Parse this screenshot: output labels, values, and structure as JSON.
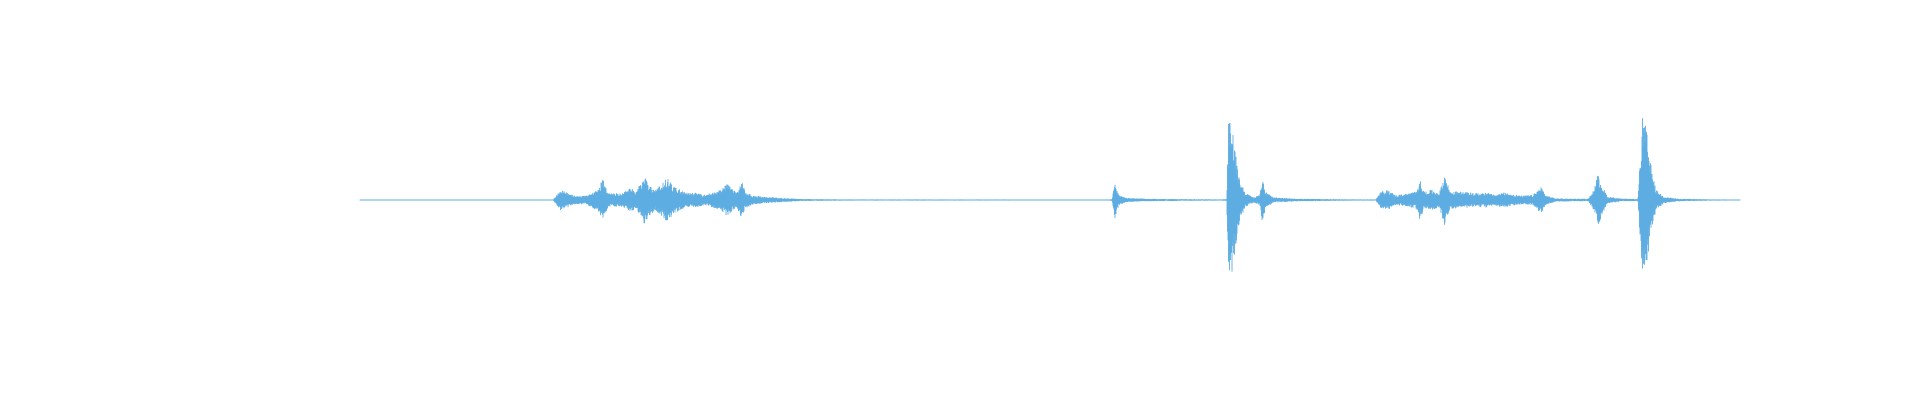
{
  "chart_data": {
    "type": "area",
    "kind": "audio-waveform",
    "title": "",
    "xlabel": "",
    "ylabel": "",
    "axes_visible": false,
    "grid": false,
    "legend": "none",
    "color": "#5dade2",
    "background": "#ffffff",
    "x_range": [
      0,
      1
    ],
    "y_range": [
      -1,
      1
    ],
    "series": [
      {
        "envelope": [
          [
            0.0,
            0.006
          ],
          [
            0.14,
            0.006
          ],
          [
            0.145,
            0.12
          ],
          [
            0.15,
            0.09
          ],
          [
            0.155,
            0.05
          ],
          [
            0.163,
            0.05
          ],
          [
            0.172,
            0.12
          ],
          [
            0.176,
            0.25
          ],
          [
            0.18,
            0.08
          ],
          [
            0.19,
            0.08
          ],
          [
            0.196,
            0.14
          ],
          [
            0.2,
            0.1
          ],
          [
            0.206,
            0.28
          ],
          [
            0.209,
            0.2
          ],
          [
            0.214,
            0.12
          ],
          [
            0.218,
            0.18
          ],
          [
            0.223,
            0.26
          ],
          [
            0.227,
            0.16
          ],
          [
            0.232,
            0.12
          ],
          [
            0.238,
            0.08
          ],
          [
            0.244,
            0.09
          ],
          [
            0.25,
            0.06
          ],
          [
            0.256,
            0.09
          ],
          [
            0.262,
            0.12
          ],
          [
            0.266,
            0.2
          ],
          [
            0.269,
            0.14
          ],
          [
            0.273,
            0.09
          ],
          [
            0.277,
            0.22
          ],
          [
            0.279,
            0.1
          ],
          [
            0.285,
            0.05
          ],
          [
            0.3,
            0.03
          ],
          [
            0.32,
            0.012
          ],
          [
            0.35,
            0.008
          ],
          [
            0.54,
            0.006
          ],
          [
            0.545,
            0.01
          ],
          [
            0.547,
            0.22
          ],
          [
            0.55,
            0.06
          ],
          [
            0.555,
            0.025
          ],
          [
            0.57,
            0.015
          ],
          [
            0.6,
            0.01
          ],
          [
            0.625,
            0.008
          ],
          [
            0.628,
            0.01
          ],
          [
            0.6295,
            1.0
          ],
          [
            0.632,
            0.85
          ],
          [
            0.635,
            0.5
          ],
          [
            0.638,
            0.22
          ],
          [
            0.642,
            0.08
          ],
          [
            0.648,
            0.03
          ],
          [
            0.652,
            0.06
          ],
          [
            0.654,
            0.3
          ],
          [
            0.656,
            0.1
          ],
          [
            0.662,
            0.03
          ],
          [
            0.68,
            0.015
          ],
          [
            0.72,
            0.008
          ],
          [
            0.736,
            0.008
          ],
          [
            0.74,
            0.1
          ],
          [
            0.745,
            0.12
          ],
          [
            0.75,
            0.06
          ],
          [
            0.757,
            0.07
          ],
          [
            0.765,
            0.1
          ],
          [
            0.768,
            0.24
          ],
          [
            0.771,
            0.1
          ],
          [
            0.777,
            0.12
          ],
          [
            0.782,
            0.08
          ],
          [
            0.786,
            0.3
          ],
          [
            0.79,
            0.1
          ],
          [
            0.796,
            0.1
          ],
          [
            0.803,
            0.09
          ],
          [
            0.81,
            0.08
          ],
          [
            0.816,
            0.09
          ],
          [
            0.822,
            0.06
          ],
          [
            0.828,
            0.09
          ],
          [
            0.835,
            0.07
          ],
          [
            0.842,
            0.05
          ],
          [
            0.85,
            0.06
          ],
          [
            0.856,
            0.16
          ],
          [
            0.859,
            0.06
          ],
          [
            0.866,
            0.02
          ],
          [
            0.88,
            0.015
          ],
          [
            0.89,
            0.015
          ],
          [
            0.894,
            0.12
          ],
          [
            0.897,
            0.3
          ],
          [
            0.9,
            0.18
          ],
          [
            0.904,
            0.04
          ],
          [
            0.915,
            0.015
          ],
          [
            0.926,
            0.012
          ],
          [
            0.9295,
            1.0
          ],
          [
            0.932,
            0.85
          ],
          [
            0.935,
            0.45
          ],
          [
            0.939,
            0.12
          ],
          [
            0.945,
            0.04
          ],
          [
            0.955,
            0.015
          ],
          [
            0.98,
            0.008
          ],
          [
            1.0,
            0.006
          ]
        ]
      }
    ]
  }
}
